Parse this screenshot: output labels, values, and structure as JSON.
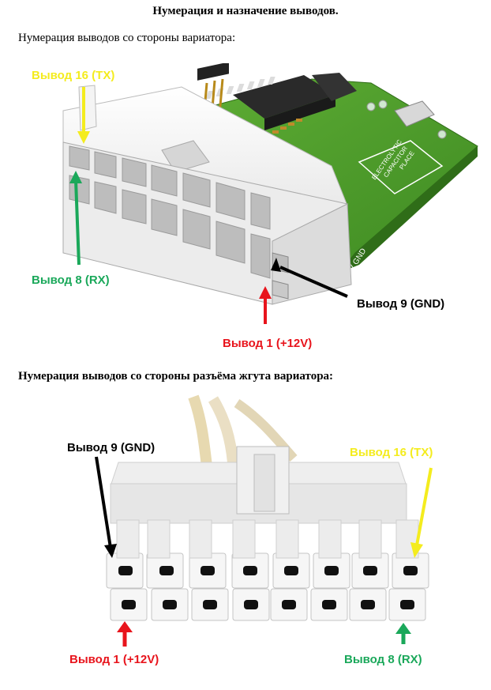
{
  "title": "Нумерация и назначение выводов.",
  "section1": {
    "heading": "Нумерация выводов со стороны вариатора:",
    "labels": {
      "pin16": "Вывод 16 (TX)",
      "pin8": "Вывод 8 (RX)",
      "pin9": "Вывод 9 (GND)",
      "pin1": "Вывод 1 (+12V)"
    },
    "board_text": [
      "ELECTROLYTIC",
      "CAPACITOR",
      "PLACE",
      "+12V GND"
    ]
  },
  "section2": {
    "heading": "Нумерация выводов со стороны разъёма жгута вариатора:",
    "labels": {
      "pin9": "Вывод 9 (GND)",
      "pin16": "Вывод 16 (TX)",
      "pin1": "Вывод 1 (+12V)",
      "pin8": "Вывод 8 (RX)"
    }
  },
  "colors": {
    "tx": "#f4ec1e",
    "rx": "#1aa85a",
    "gnd": "#000000",
    "v12": "#e8141c",
    "pcb": "#4a9a2a",
    "connector": "#f2f2f2"
  }
}
